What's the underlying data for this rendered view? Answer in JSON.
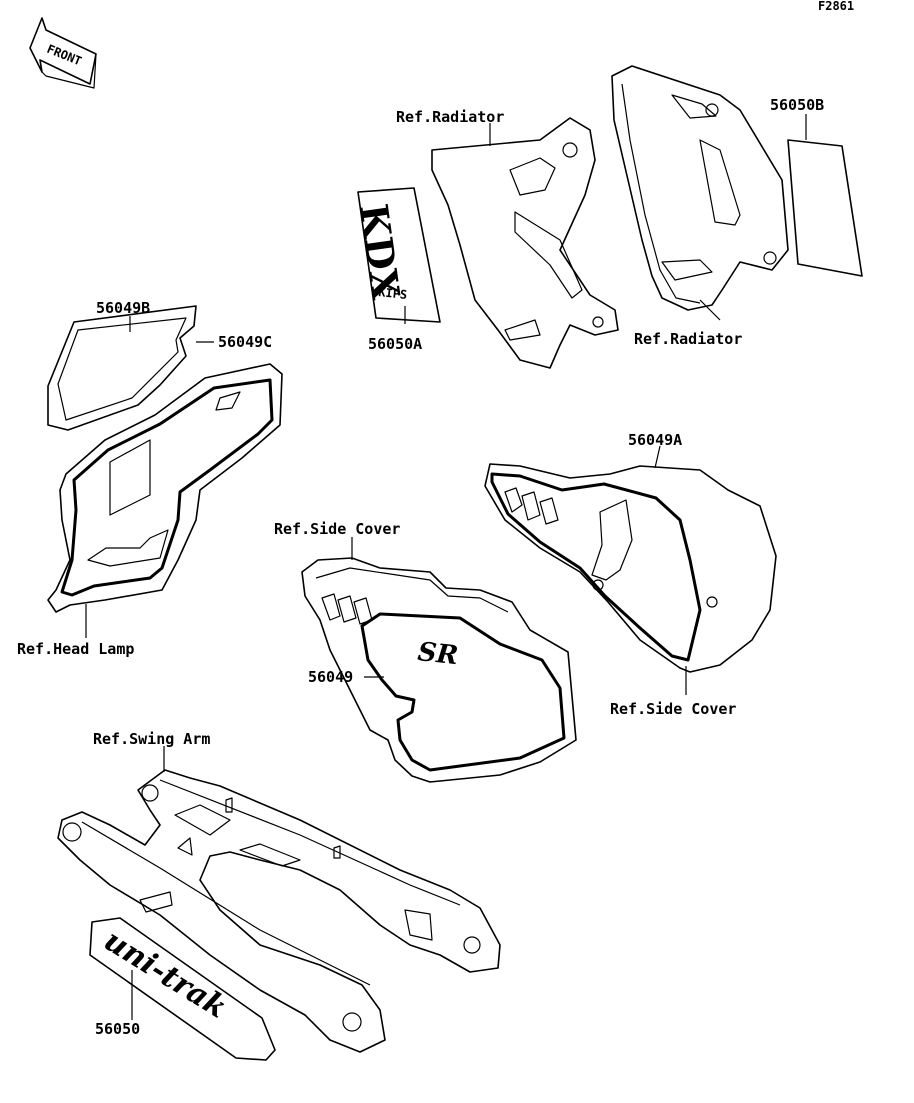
{
  "figure_code": "F2861",
  "front_arrow_text": "FRONT",
  "decal_texts": {
    "kdx_letters": "KDX",
    "kips": "KIPS",
    "sr": "SR",
    "uni_trak": "uni-trak"
  },
  "labels": {
    "ref_radiator_top": "Ref.Radiator",
    "ref_radiator_right": "Ref.Radiator",
    "p56050b": "56050B",
    "p56050a": "56050A",
    "p56049b": "56049B",
    "p56049c": "56049C",
    "ref_head_lamp": "Ref.Head Lamp",
    "p56049a": "56049A",
    "ref_side_cover_left": "Ref.Side Cover",
    "ref_side_cover_right": "Ref.Side Cover",
    "p56049": "56049",
    "ref_swing_arm": "Ref.Swing Arm",
    "p56050": "56050"
  }
}
